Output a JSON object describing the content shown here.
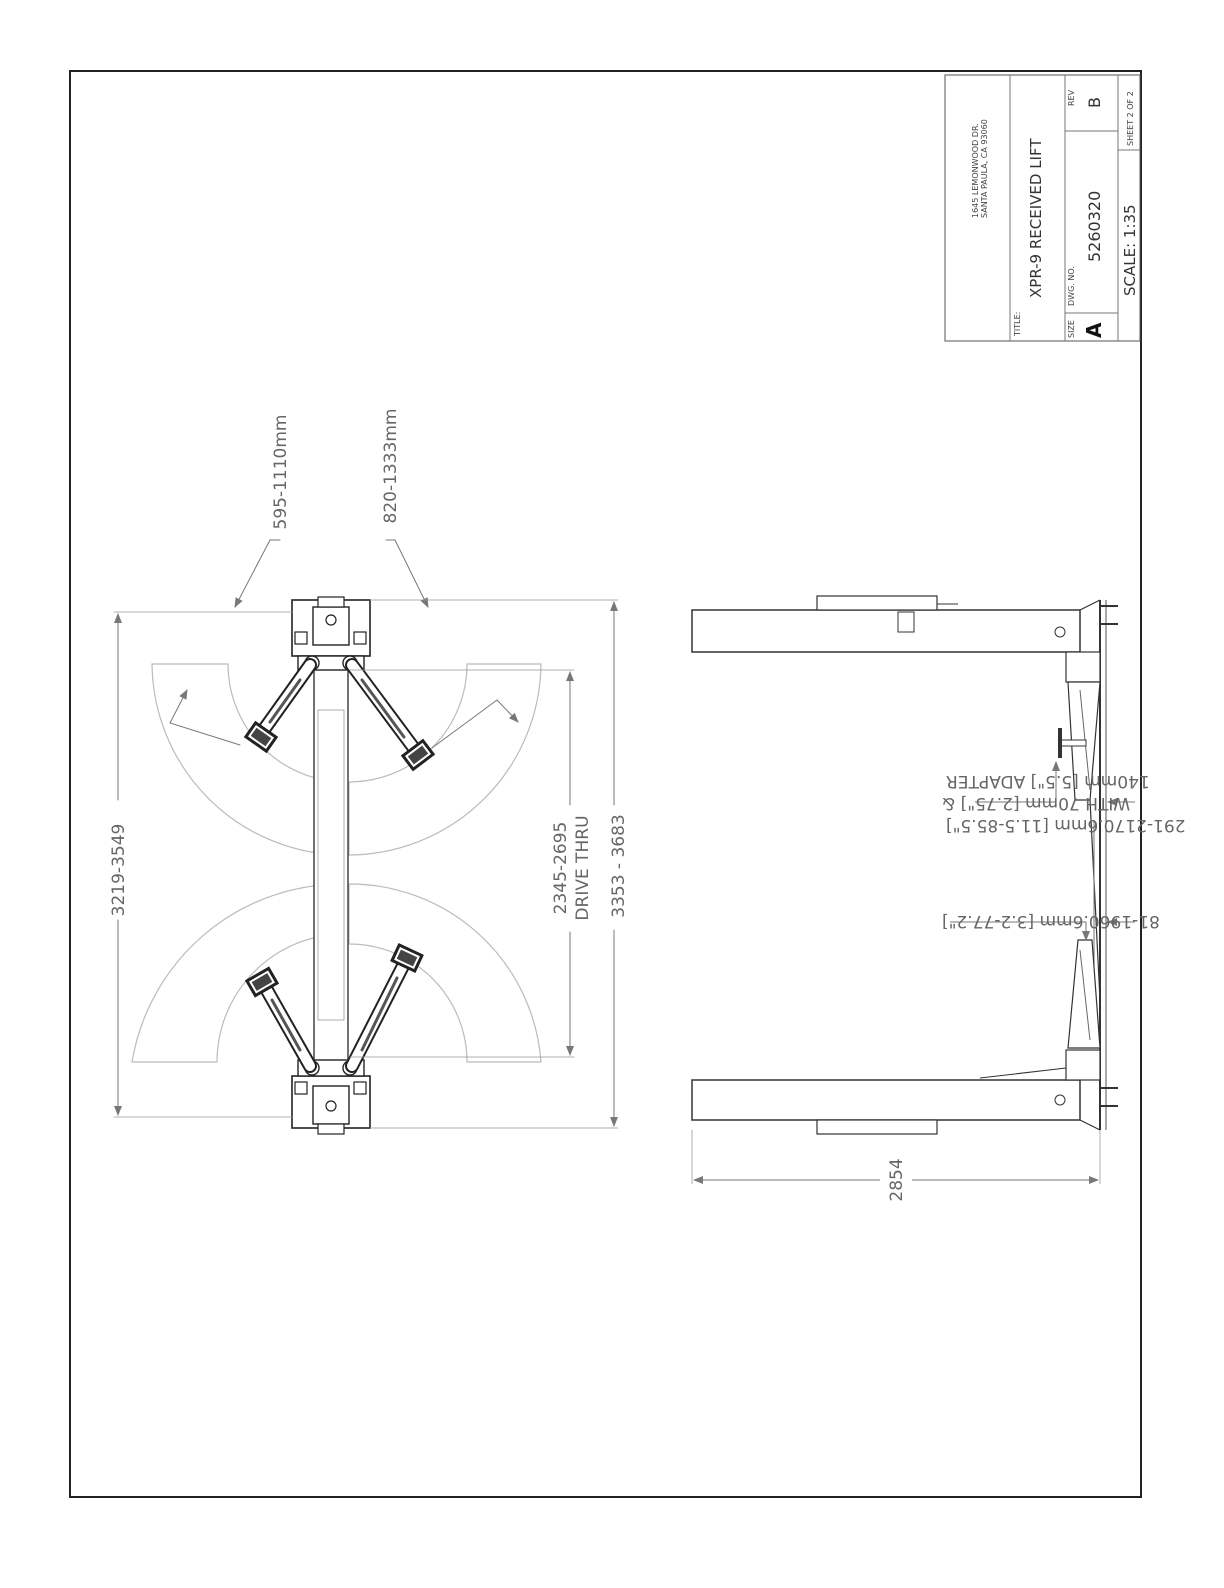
{
  "title_block": {
    "address_line1": "1645 LEMONWOOD DR.",
    "address_line2": "SANTA PAULA, CA 93060",
    "title_label": "TITLE:",
    "title": "XPR-9 RECEIVED LIFT",
    "rev_label": "REV",
    "rev": "B",
    "size_label": "SIZE",
    "size": "A",
    "dwg_no_label": "DWG. NO.",
    "dwg_no": "5260320",
    "scale": "SCALE: 1:35",
    "sheet": "SHEET 2 OF 2"
  },
  "top_view": {
    "dim_overall_width": "3219-3549",
    "dim_drive_thru": "2345-2695",
    "drive_thru_label": "DRIVE THRU",
    "dim_overall_height": "3353 - 3683",
    "dim_arm_short": "595-1110mm",
    "dim_arm_long": "820-1333mm"
  },
  "side_view": {
    "dim_width": "2854",
    "adapter_line1": "291-2170.6mm [11.5-85.5\"]",
    "adapter_line2": "WITH 70mm [2.75\"] &",
    "adapter_line3": "140mm [5.5\"] ADAPTER",
    "low_pad_note": "81-1960.6mm [3.2-77.2\"]"
  }
}
